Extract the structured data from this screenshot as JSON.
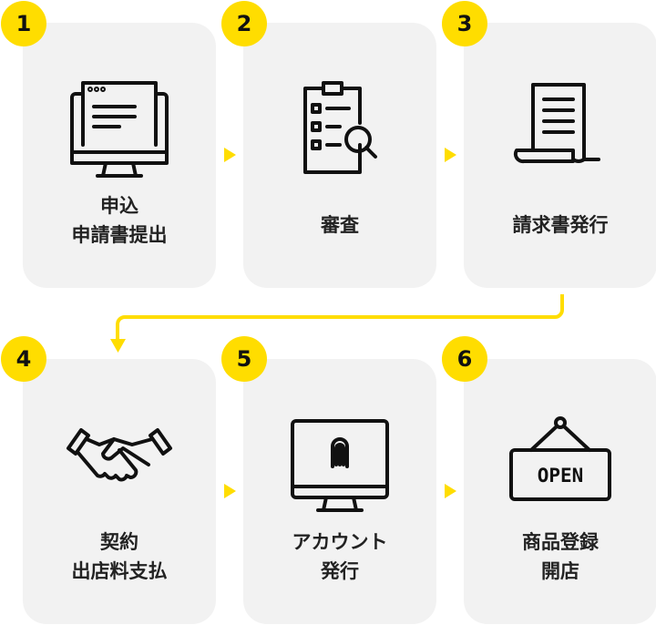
{
  "steps": [
    {
      "number": "1",
      "line1": "申込",
      "line2": "申請書提出",
      "icon": "monitor-document-icon"
    },
    {
      "number": "2",
      "line1": "審査",
      "line2": "",
      "icon": "clipboard-search-icon"
    },
    {
      "number": "3",
      "line1": "請求書発行",
      "line2": "",
      "icon": "invoice-icon"
    },
    {
      "number": "4",
      "line1": "契約",
      "line2": "出店料支払",
      "icon": "handshake-icon"
    },
    {
      "number": "5",
      "line1": "アカウント",
      "line2": "発行",
      "icon": "monitor-account-icon"
    },
    {
      "number": "6",
      "line1": "商品登録",
      "line2": "開店",
      "icon": "open-sign-icon"
    }
  ],
  "open_sign_text": "OPEN",
  "colors": {
    "accent": "#ffdd00",
    "card": "#f2f2f2"
  }
}
